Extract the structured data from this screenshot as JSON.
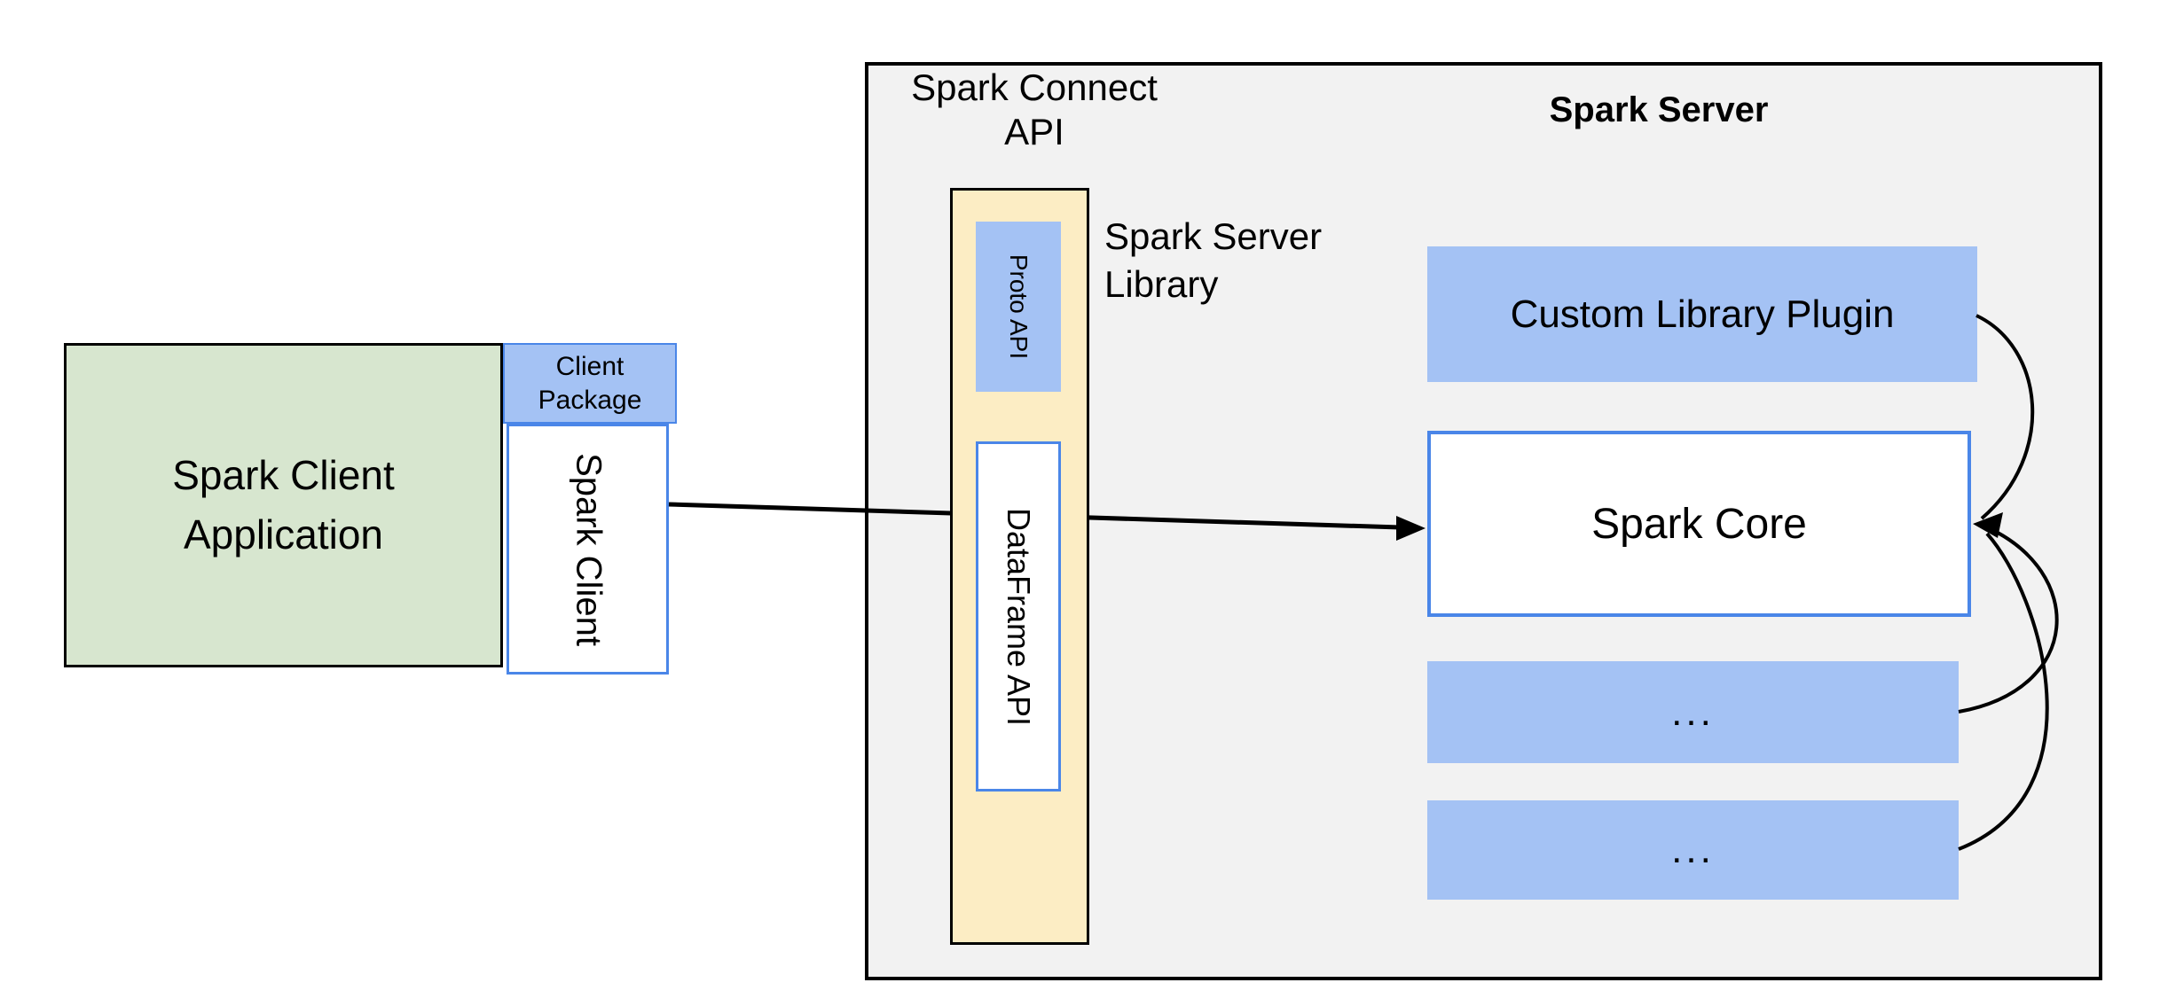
{
  "diagram": {
    "client": {
      "app_line1": "Spark Client",
      "app_line2": "Application",
      "package_line1": "Client",
      "package_line2": "Package",
      "spark_client": "Spark Client"
    },
    "connect": {
      "title_line1": "Spark Connect",
      "title_line2": "API",
      "proto_api": "Proto API",
      "dataframe_api": "DataFrame API",
      "library_line1": "Spark Server",
      "library_line2": "Library"
    },
    "server": {
      "title": "Spark Server",
      "plugin": "Custom Library Plugin",
      "core": "Spark Core",
      "dots_1": "...",
      "dots_2": "..."
    },
    "colors": {
      "green_fill": "#d7e6cf",
      "blue_fill": "#a4c2f4",
      "yellow_fill": "#fcedc4",
      "gray_fill": "#f2f2f2",
      "blue_border": "#4a86e8",
      "line_color": "#000000"
    }
  }
}
